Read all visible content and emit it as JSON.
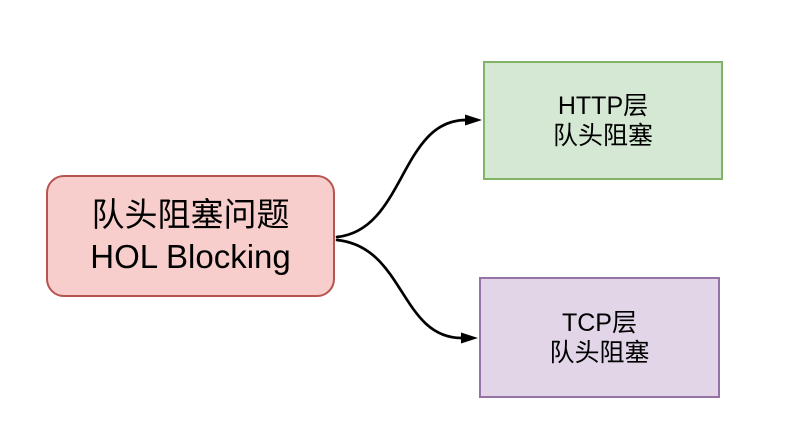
{
  "diagram": {
    "background_color": "#ffffff",
    "nodes": {
      "root": {
        "label": "队头阻塞问题\nHOL Blocking",
        "shape": "rounded-rectangle",
        "fill": "#f8cecc",
        "stroke": "#b85450",
        "text_color": "#000000"
      },
      "http": {
        "label": "HTTP层\n队头阻塞",
        "shape": "rectangle",
        "fill": "#d5e8d4",
        "stroke": "#82b366",
        "text_color": "#000000"
      },
      "tcp": {
        "label": "TCP层\n队头阻塞",
        "shape": "rectangle",
        "fill": "#e1d5e7",
        "stroke": "#9673a6",
        "text_color": "#000000"
      }
    },
    "edges": [
      {
        "from": "root",
        "to": "http",
        "style": "curved",
        "arrowhead": "solid-triangle",
        "color": "#000000"
      },
      {
        "from": "root",
        "to": "tcp",
        "style": "curved",
        "arrowhead": "solid-triangle",
        "color": "#000000"
      }
    ]
  }
}
